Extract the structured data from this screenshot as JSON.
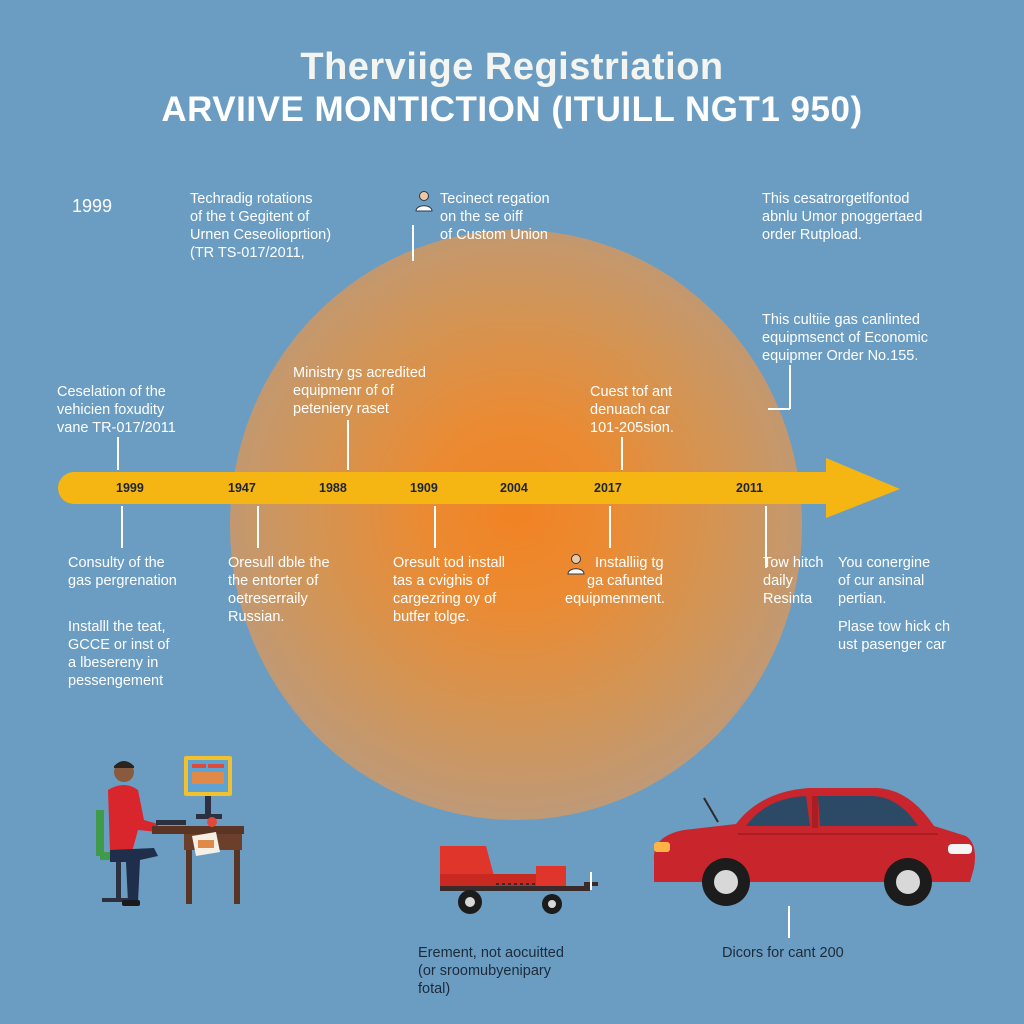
{
  "title": {
    "line1": "Therviige Registriation",
    "line2": "ARVIIVE MONTICTION (ITUILL NGT1 950)"
  },
  "corner_year": "1999",
  "top_notes": [
    {
      "id": "top-note-1",
      "lines": [
        "Techradig rotations",
        "of the t Gegitent of",
        "Urnen Ceseolioprtion)",
        "(TR TS-017/2011,"
      ]
    },
    {
      "id": "top-note-2",
      "lines": [
        "Tecinect regation",
        "on the se oiff",
        "of Custom Union"
      ]
    },
    {
      "id": "top-note-3",
      "lines": [
        "This cesatrorgetlfontod",
        "abnlu Umor pnoggertaed",
        "order Rutpload."
      ]
    },
    {
      "id": "top-note-4",
      "lines": [
        "This cultiie gas canlinted",
        "equipmsenct of Economic",
        "equipmer Order No.155."
      ]
    }
  ],
  "mid_notes": [
    {
      "id": "mid-note-1",
      "lines": [
        "Ceselation of the",
        "vehicien foxudity",
        "vane TR-017/2011"
      ]
    },
    {
      "id": "mid-note-2",
      "lines": [
        "Ministry gs acredited",
        "equipmenr of of",
        "peteniery raset"
      ]
    },
    {
      "id": "mid-note-3",
      "lines": [
        "Cuest tof ant",
        "denuach car",
        "101-205sion."
      ]
    }
  ],
  "timeline": {
    "years": [
      "1999",
      "1947",
      "1988",
      "1909",
      "2004",
      "2017",
      "2011"
    ],
    "arrow_color": "#f5b512"
  },
  "bottom_notes": [
    {
      "id": "bottom-note-1",
      "lines": [
        "Consulty of the",
        "gas pergrenation"
      ]
    },
    {
      "id": "bottom-note-2",
      "lines": [
        "Oresull dble the",
        "the entorter of",
        "oetreserraily",
        "Russian."
      ]
    },
    {
      "id": "bottom-note-3",
      "lines": [
        "Oresult tod install",
        "tas a cvighis of",
        "cargezring oy of",
        "butfer tolge."
      ]
    },
    {
      "id": "bottom-note-4",
      "lines": [
        "Installiig tg",
        "ga cafunted",
        "equipmenment."
      ]
    },
    {
      "id": "bottom-note-5",
      "lines": [
        "Tow hitch",
        "daily",
        "Resinta"
      ]
    },
    {
      "id": "bottom-note-6",
      "lines": [
        "You conergine",
        "of cur ansinal",
        "pertian."
      ]
    },
    {
      "id": "bottom-note-7",
      "lines": [
        "Plase tow hick ch",
        "ust pasenger car"
      ]
    },
    {
      "id": "bottom-note-8",
      "lines": [
        "Installl the teat,",
        "GCCE or inst of",
        "a lbesereny in",
        "pessengement"
      ]
    }
  ],
  "footer_notes": [
    {
      "id": "footer-note-1",
      "lines": [
        "Erement, not aocuitted",
        "(or sroomubyenipary",
        "fotal)"
      ]
    },
    {
      "id": "footer-note-2",
      "lines": [
        "Dicors for cant 200"
      ]
    }
  ],
  "colors": {
    "background": "#6b9dc3",
    "glow_center": "#f5821e",
    "car": "#c8262c",
    "trailer": "#e0352b",
    "person_shirt": "#d8262c"
  }
}
